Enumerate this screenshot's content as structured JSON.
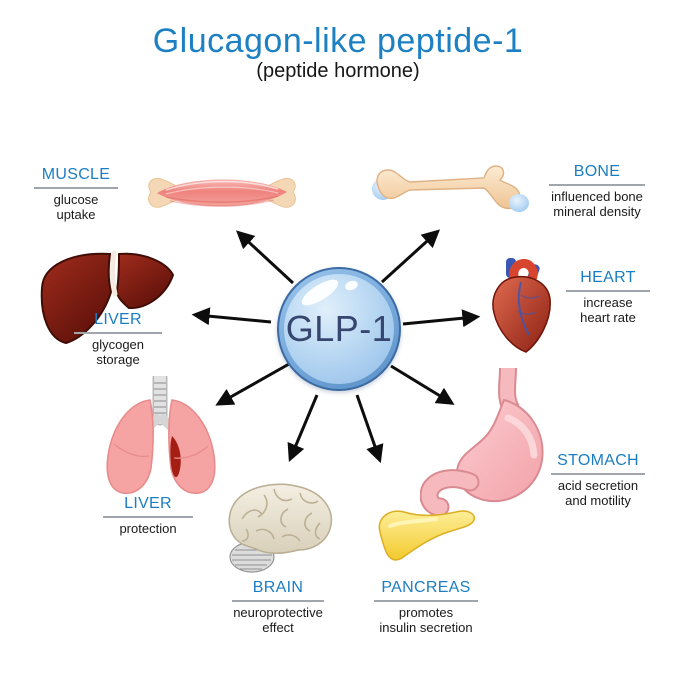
{
  "title": "Glucagon-like peptide-1",
  "subtitle": "(peptide hormone)",
  "center": {
    "label": "GLP-1"
  },
  "colors": {
    "title_blue": "#1d80c3",
    "label_blue": "#1b7ec2",
    "text_dark": "#1a1a1a",
    "underline_gray": "#a0a6ab",
    "arrow_black": "#0d0d0d",
    "sphere_blue": "#a7ccee",
    "sphere_text": "#37466f",
    "muscle_pink": "#ef837e",
    "bone_beige": "#f6dcba",
    "cartilage_blue": "#a3cdf2",
    "liver_dark_red": "#7c1d12",
    "heart_red": "#b5321f",
    "vessel_blue": "#3a57b5",
    "lung_pink": "#f6a3a3",
    "stomach_pink": "#f6b9bd",
    "brain_beige": "#e9e2d0",
    "pancreas_yellow": "#f8d94e"
  },
  "organs": [
    {
      "id": "muscle",
      "icon": "muscle-icon",
      "name": "MUSCLE",
      "desc": "glucose\nuptake"
    },
    {
      "id": "bone",
      "icon": "bone-icon",
      "name": "BONE",
      "desc": "influenced bone\nmineral density"
    },
    {
      "id": "liver",
      "icon": "liver-icon",
      "name": "LIVER",
      "desc": "glycogen\nstorage"
    },
    {
      "id": "heart",
      "icon": "heart-icon",
      "name": "HEART",
      "desc": "increase\nheart rate"
    },
    {
      "id": "lungs",
      "icon": "lungs-icon",
      "name": "LIVER",
      "desc": "protection"
    },
    {
      "id": "stomach",
      "icon": "stomach-icon",
      "name": "STOMACH",
      "desc": "acid secretion\nand motility"
    },
    {
      "id": "brain",
      "icon": "brain-icon",
      "name": "BRAIN",
      "desc": "neuroprotective\neffect"
    },
    {
      "id": "pancreas",
      "icon": "pancreas-icon",
      "name": "PANCREAS",
      "desc": "promotes\ninsulin secretion"
    }
  ]
}
